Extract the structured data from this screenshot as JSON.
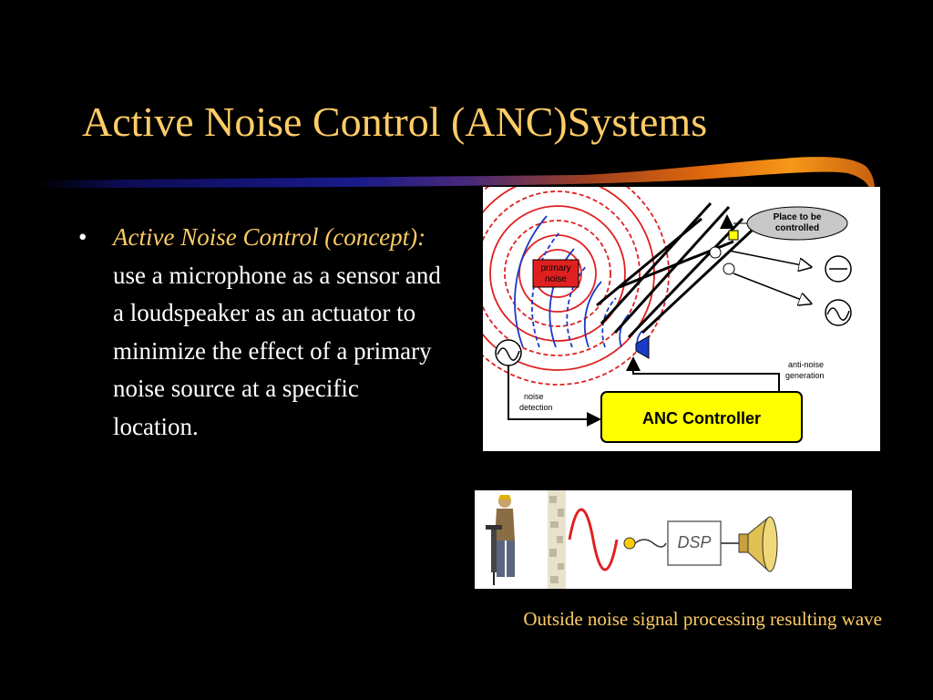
{
  "slide": {
    "title": "Active Noise Control (ANC)Systems",
    "bullet_marker": "•",
    "bullet_emphasis": "Active Noise Control (concept):",
    "bullet_text": " use a microphone as a sensor and a loudspeaker as an actuator to minimize the effect of a primary noise source at a specific location.",
    "caption": "Outside noise signal processing resulting wave"
  },
  "anc_diagram": {
    "primary_noise_label": [
      "primary",
      "noise"
    ],
    "place_label": [
      "Place to be",
      "controlled"
    ],
    "anti_noise_label": [
      "anti-noise",
      "generation"
    ],
    "noise_detection_label": [
      "noise",
      "detection"
    ],
    "controller_label": "ANC Controller",
    "icons": [
      "sound-wave-icon",
      "flat-line-icon",
      "primary-noise-icon"
    ]
  },
  "dsp_diagram": {
    "dsp_label": "DSP",
    "icons": [
      "jackhammer-worker-icon",
      "wall-icon",
      "sine-wave-icon",
      "microphone-icon",
      "loudspeaker-icon"
    ]
  },
  "colors": {
    "title": "#FFCC66",
    "body_text": "#FFFFFF",
    "background": "#000000",
    "wave_red": "#E02020",
    "wave_blue": "#1A3AC8",
    "controller_fill": "#FFFF00"
  }
}
